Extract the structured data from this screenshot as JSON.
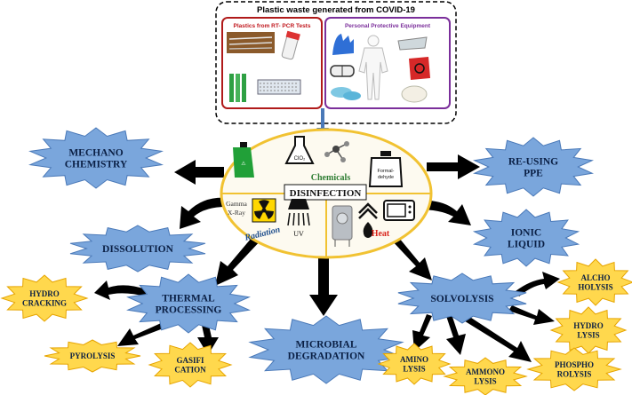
{
  "top": {
    "title": "Plastic waste generated from COVID-19",
    "rtpcr_label": "Plastics from RT- PCR Tests",
    "ppe_label": "Personal Protective Equipment",
    "colors": {
      "rtpcr_border": "#b01a1a",
      "rtpcr_text": "#c0171d",
      "ppe_border": "#7b2f9b",
      "ppe_text": "#7b2f9b"
    }
  },
  "hub": {
    "center_label": "DISINFECTION",
    "chemicals_label": "Chemicals",
    "radiation_label": "Radiation",
    "heat_label": "Heat",
    "gamma_label": "Gamma",
    "xray_label": "X-Ray",
    "uv_label": "UV",
    "clo2_label": "ClO₂",
    "formaldehyde_line1": "Formal-",
    "formaldehyde_line2": "dehyde",
    "colors": {
      "ellipse_fill": "#fdfaf0",
      "ellipse_border": "#f1c232",
      "chemicals": "#2e7d32",
      "radiation": "#1f4e8c",
      "heat": "#d9261c"
    }
  },
  "methods": {
    "mechanochemistry": [
      "MECHANO",
      "CHEMISTRY"
    ],
    "dissolution": [
      "DISSOLUTION"
    ],
    "thermal": [
      "THERMAL",
      "PROCESSING"
    ],
    "microbial": [
      "MICROBIAL",
      "DEGRADATION"
    ],
    "solvolysis": [
      "SOLVOLYSIS"
    ],
    "ionic": [
      "IONIC",
      "LIQUID"
    ],
    "reusing": [
      "RE-USING",
      "PPE"
    ]
  },
  "sub_methods": {
    "hydrocracking": [
      "HYDRO",
      "CRACKING"
    ],
    "pyrolysis": [
      "PYROLYSIS"
    ],
    "gasification": [
      "GASIFI",
      "CATION"
    ],
    "alcoholysis": [
      "ALCHO",
      "HOLYSIS"
    ],
    "hydrolysis": [
      "HYDRO",
      "LYSIS"
    ],
    "phosphorolysis": [
      "PHOSPHO",
      "ROLYSIS"
    ],
    "ammonolysis": [
      "AMMONO",
      "LYSIS"
    ],
    "aminolysis": [
      "AMINO",
      "LYSIS"
    ]
  },
  "icons": [
    "spray-bottle-icon",
    "clo2-flask-icon",
    "molecule-icon",
    "formaldehyde-jug-icon",
    "radiation-icon",
    "uv-lamp-icon",
    "autoclave-icon",
    "steam-flame-icon",
    "microwave-icon",
    "test-tubes-icon",
    "gloves-icon",
    "coverall-icon",
    "goggles-icon",
    "face-mask-icon"
  ],
  "colors": {
    "main_star": "#7aa6dc",
    "main_star_stroke": "#4a79b8",
    "sub_star": "#ffd84d",
    "sub_star_stroke": "#e6a400",
    "text": "#0a1f44",
    "arrow": "#000000"
  }
}
